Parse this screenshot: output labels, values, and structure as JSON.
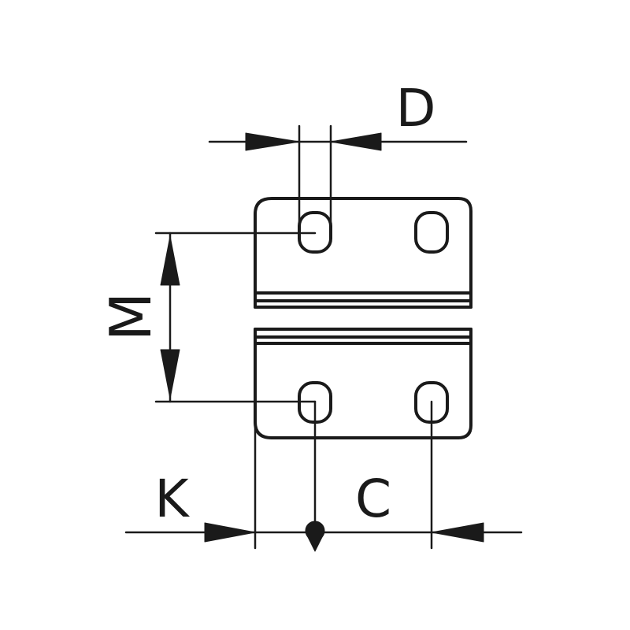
{
  "diagram": {
    "labels": {
      "D": "D",
      "M": "M",
      "K": "K",
      "C": "C"
    },
    "colors": {
      "line": "#1a1a1a",
      "background": "#ffffff"
    }
  }
}
